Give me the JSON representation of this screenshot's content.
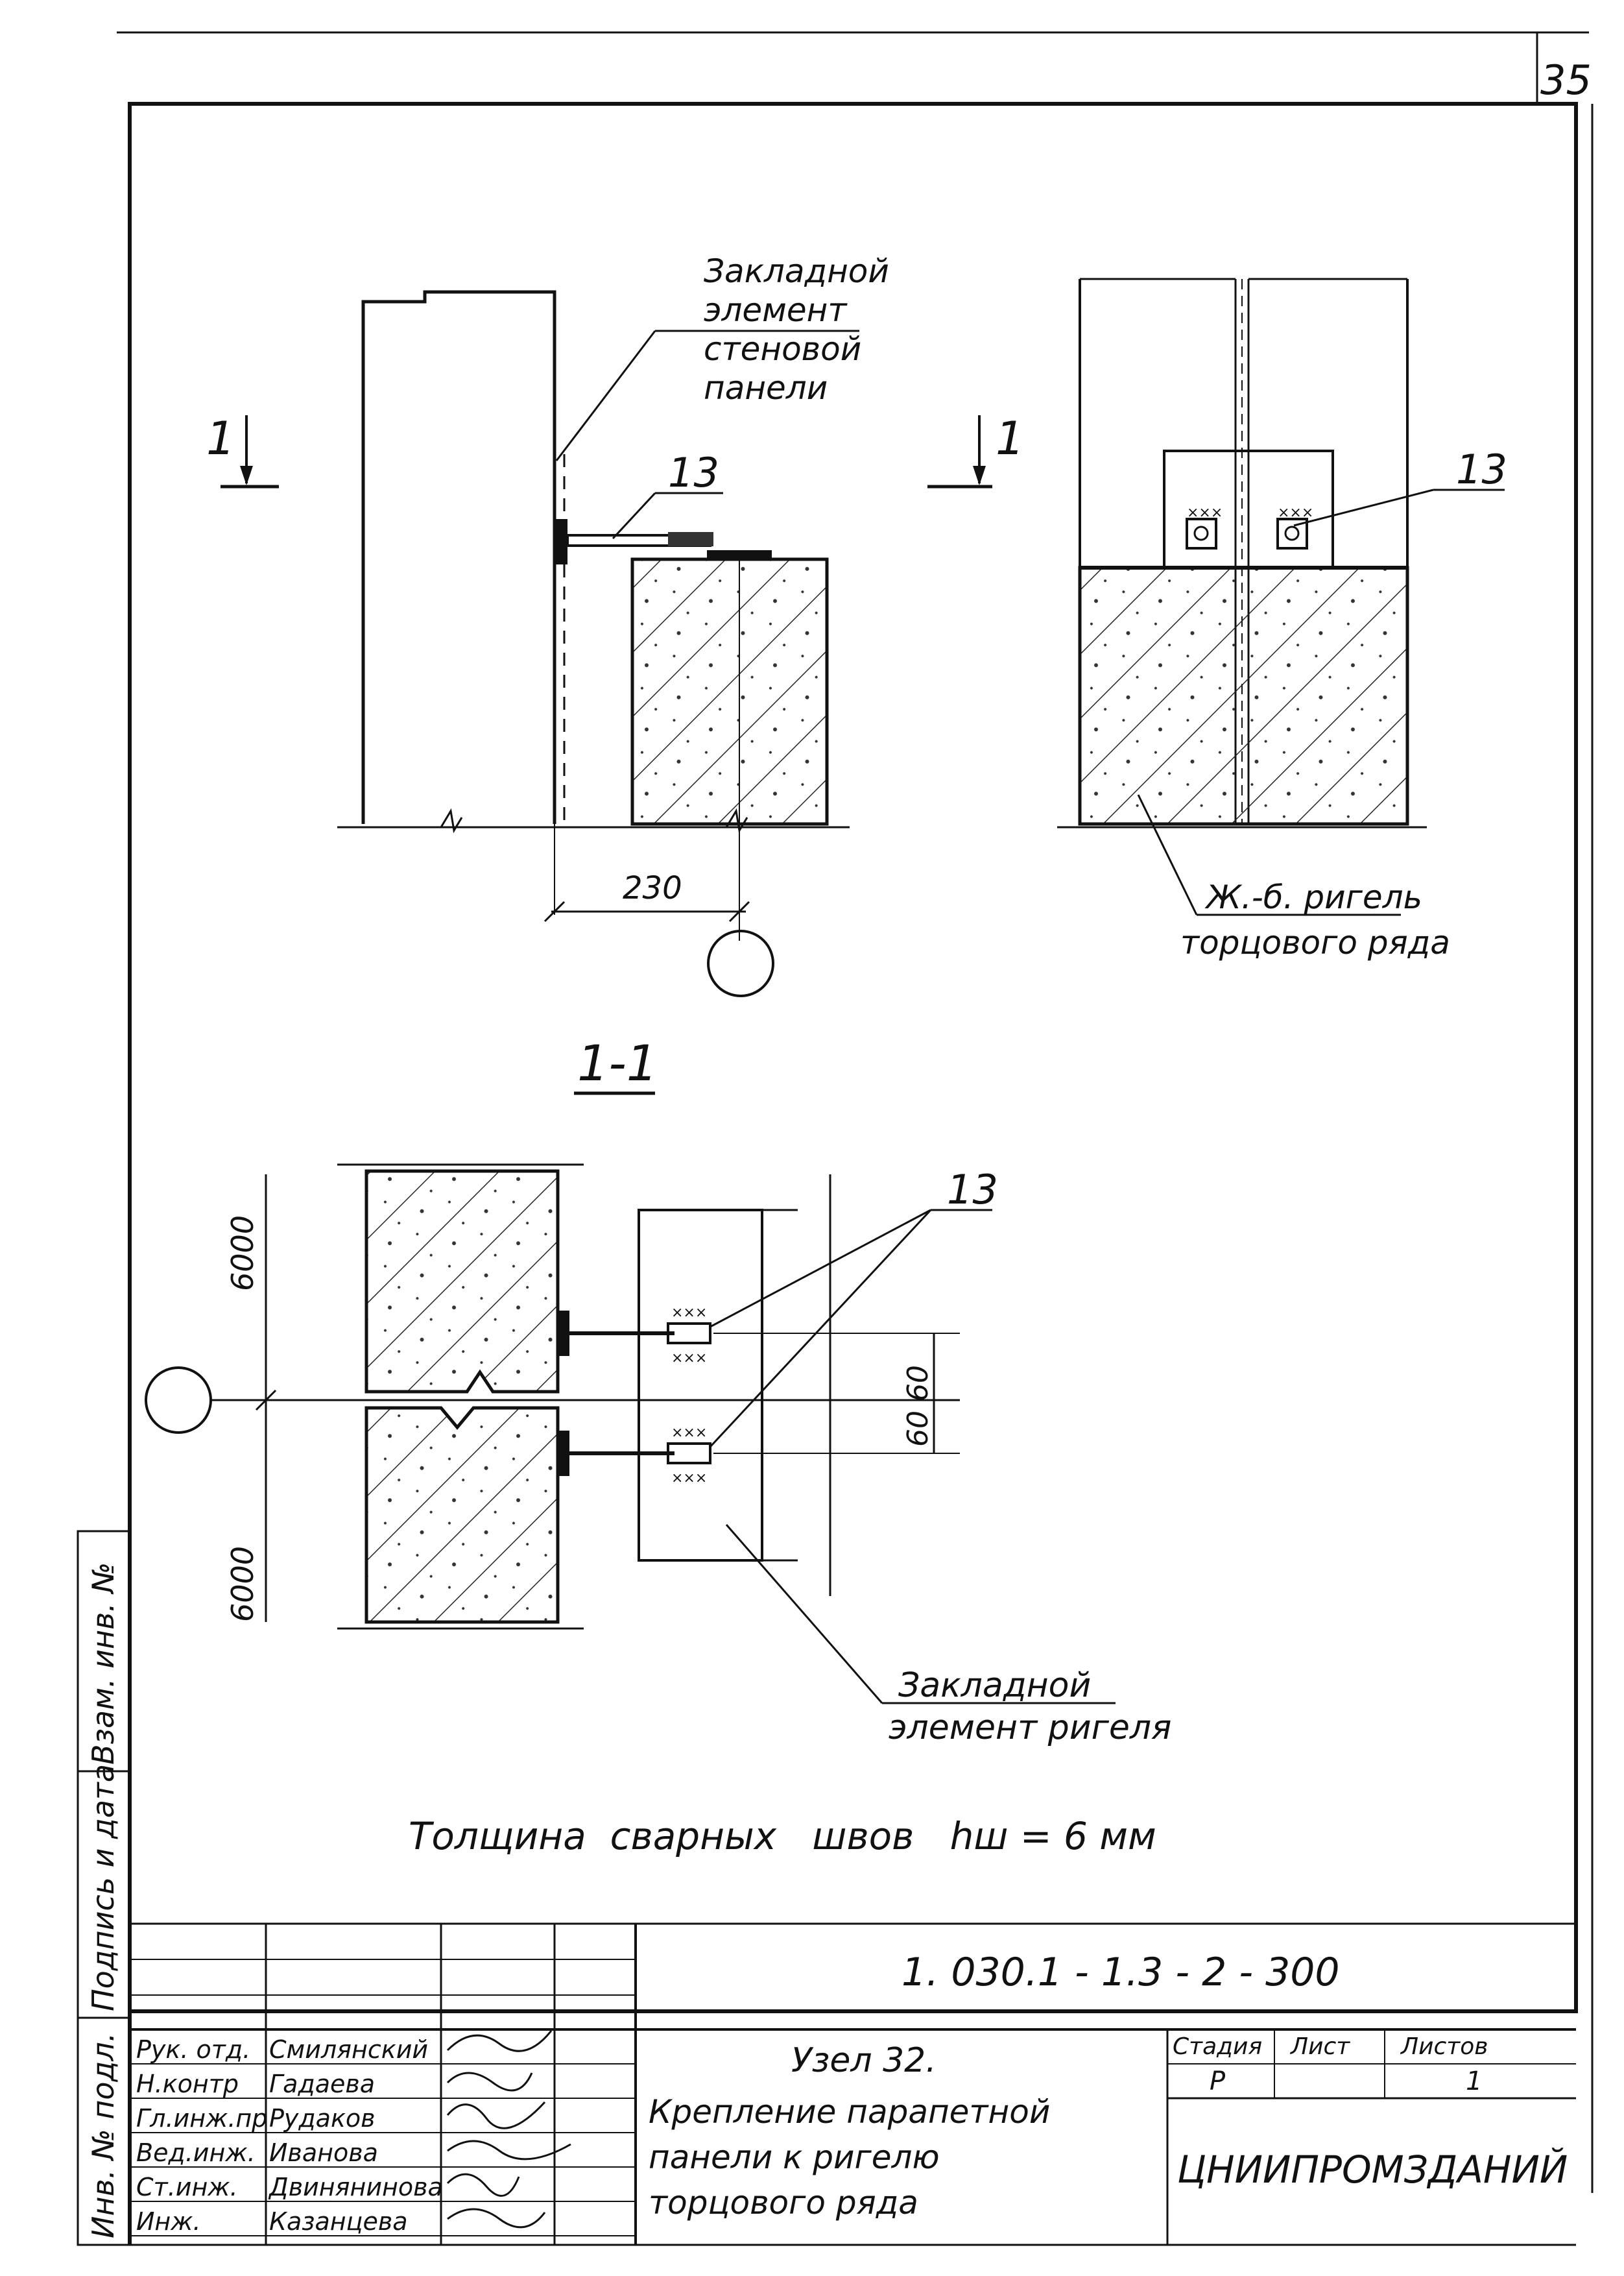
{
  "page_number": "35",
  "drawing": {
    "top_view": {
      "label_embedded_wall": [
        "Закладной",
        "элемент",
        "стеновой",
        "панели"
      ],
      "item_number": "13",
      "section_mark": "1",
      "dimension": "230"
    },
    "side_view": {
      "section_mark": "1",
      "item_number": "13",
      "label_beam": [
        "Ж.-б. ригель",
        "торцового ряда"
      ]
    },
    "section_title": "1-1",
    "section": {
      "item_number": "13",
      "dim_left_top": "6000",
      "dim_left_bottom": "6000",
      "dim_right": "60 60",
      "label_embedded_beam": [
        "Закладной",
        "элемент ригеля"
      ]
    },
    "weld_note": "Толщина  сварных   швов   hш = 6 мм"
  },
  "title_block": {
    "code": "1. 030.1 - 1.3 - 2 - 300",
    "roles": [
      "Рук. отд.",
      "Н.контр",
      "Гл.инж.пр",
      "Вед.инж.",
      "Ст.инж.",
      "Инж."
    ],
    "names": [
      "Смилянский",
      "Гадаева",
      "Рудаков",
      "Иванова",
      "Двинянинова",
      "Казанцева"
    ],
    "title": [
      "Узел 32.",
      "Крепление парапетной",
      "панели к ригелю",
      "торцового ряда"
    ],
    "stage_label": "Стадия",
    "sheet_label": "Лист",
    "sheets_label": "Листов",
    "stage_value": "Р",
    "sheets_value": "1",
    "organization": "ЦНИИПРОМЗДАНИЙ"
  },
  "side_strip": [
    "Взам. инв. №",
    "Подпись и дата",
    "Инв. № подл."
  ]
}
